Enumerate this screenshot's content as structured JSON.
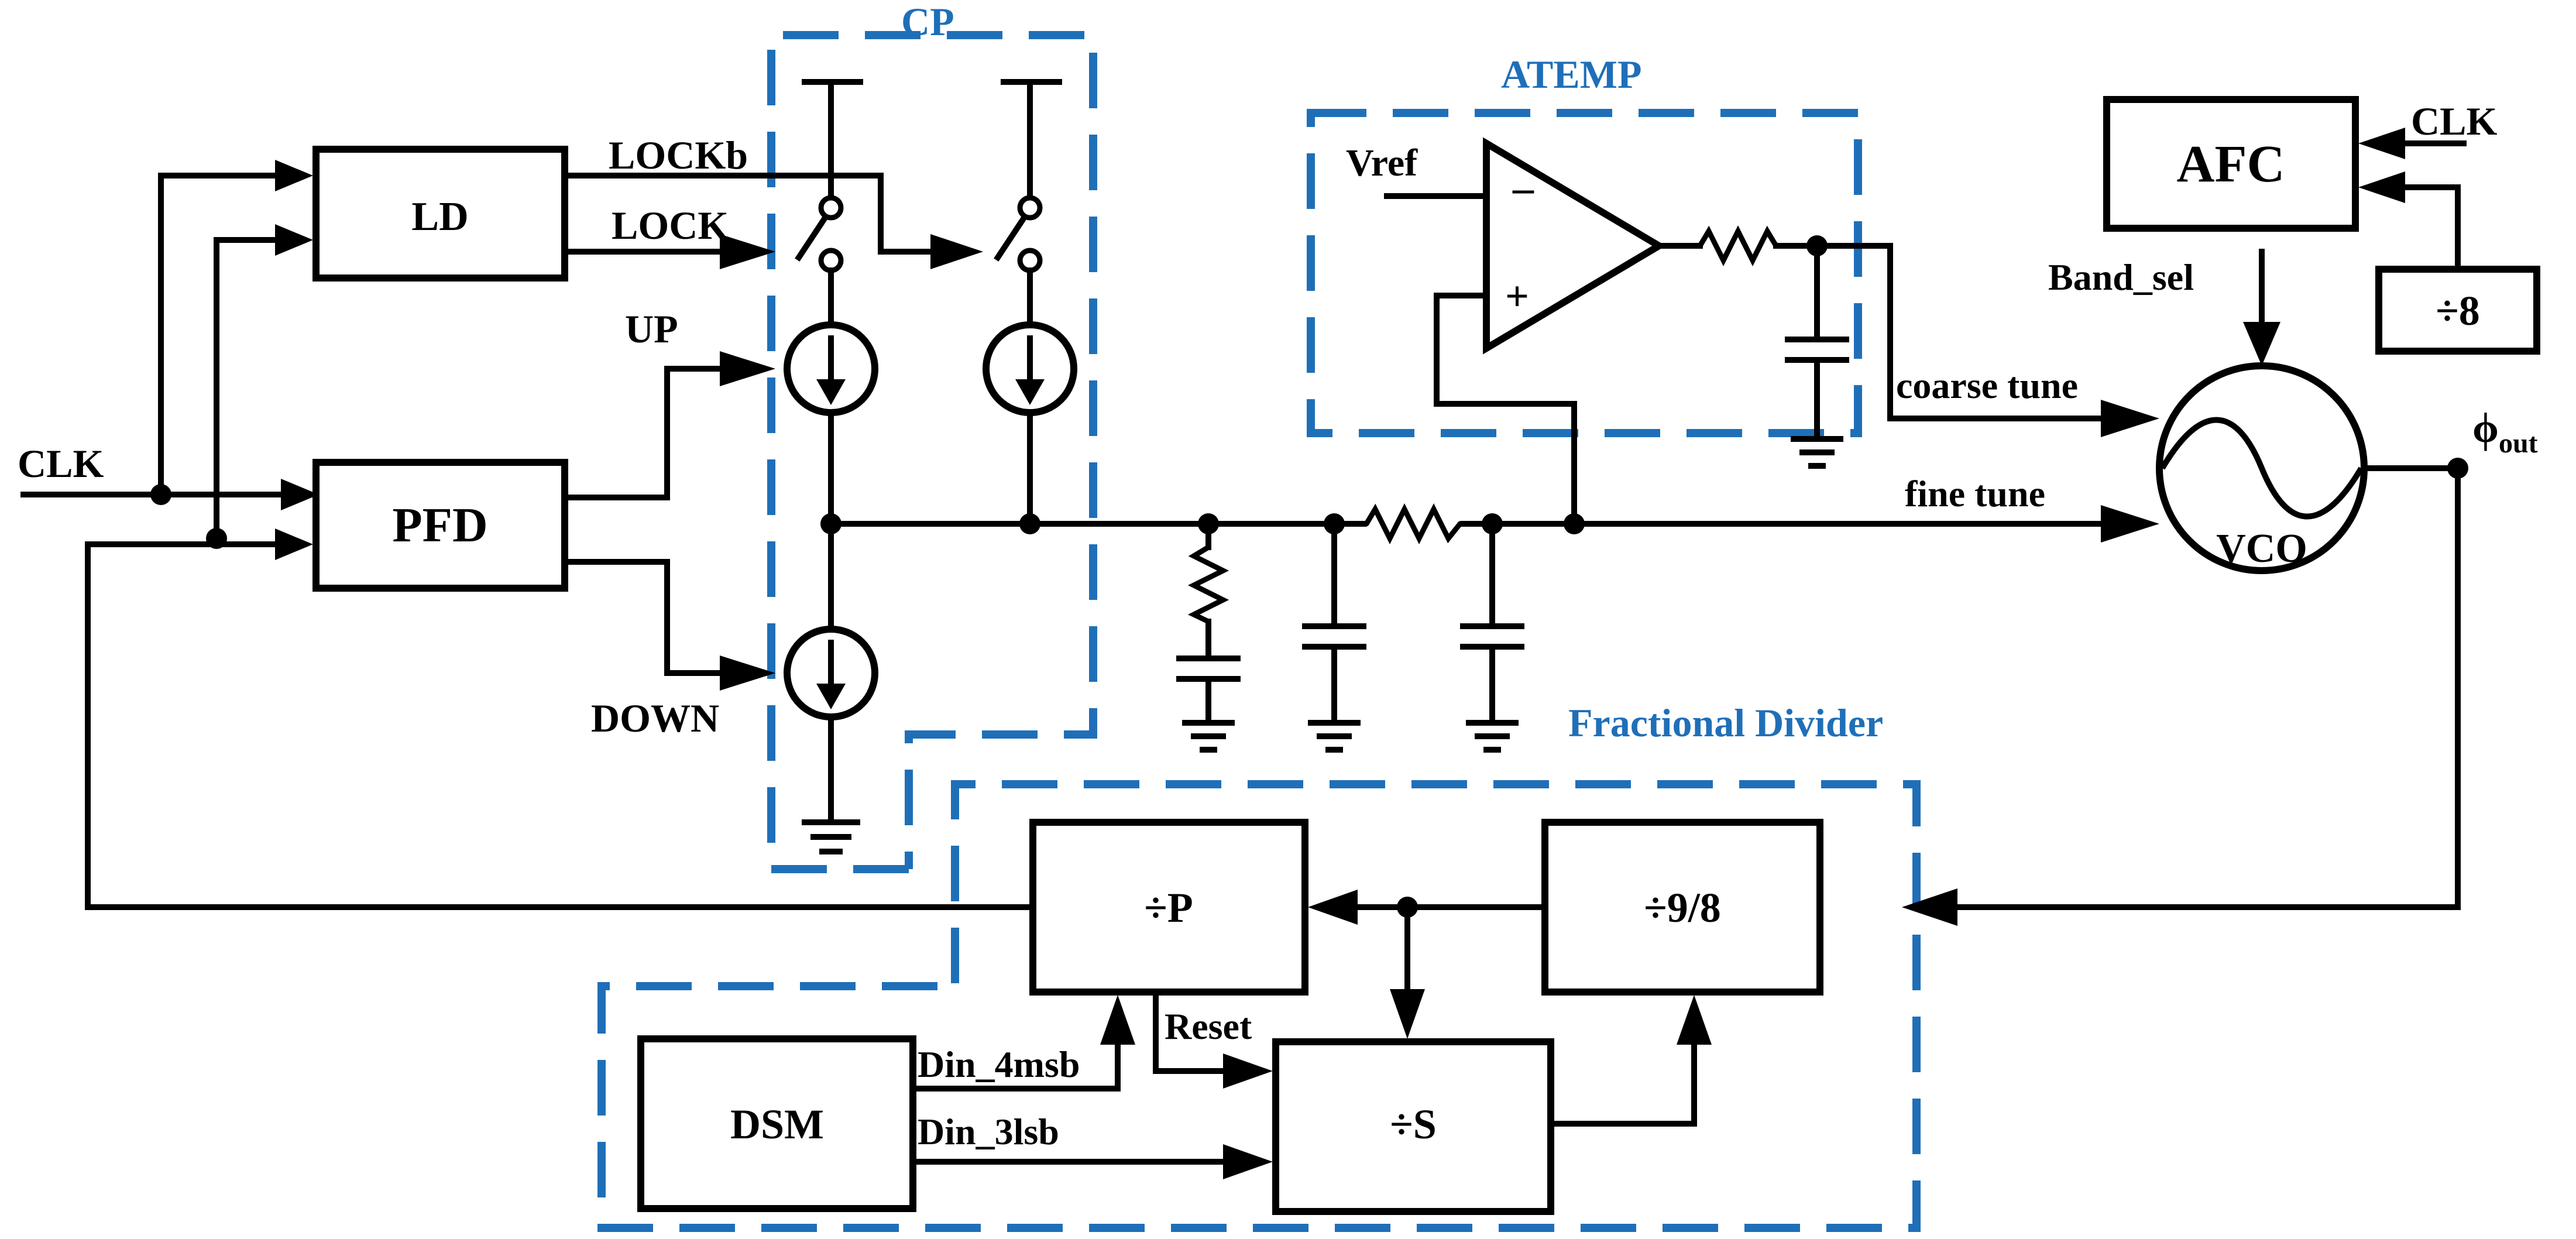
{
  "groups": {
    "cp": "CP",
    "atemp": "ATEMP",
    "frac": "Fractional Divider"
  },
  "blocks": {
    "ld": "LD",
    "pfd": "PFD",
    "afc": "AFC",
    "div8": "÷8",
    "divP": "÷P",
    "div98": "÷9/8",
    "divS": "÷S",
    "dsm": "DSM",
    "vco": "VCO"
  },
  "signals": {
    "clk_in": "CLK",
    "clk_afc": "CLK",
    "lockb": "LOCKb",
    "lock": "LOCK",
    "up": "UP",
    "down": "DOWN",
    "vref": "Vref",
    "band_sel": "Band_sel",
    "coarse": "coarse tune",
    "fine": "fine tune",
    "phi_out": "ϕ",
    "phi_sub": "out",
    "reset": "Reset",
    "din4": "Din_4msb",
    "din3": "Din_3lsb"
  },
  "opamp": {
    "minus": "–",
    "plus": "+"
  },
  "colors": {
    "group_outline": "#1f6fb8",
    "line": "#000000"
  }
}
